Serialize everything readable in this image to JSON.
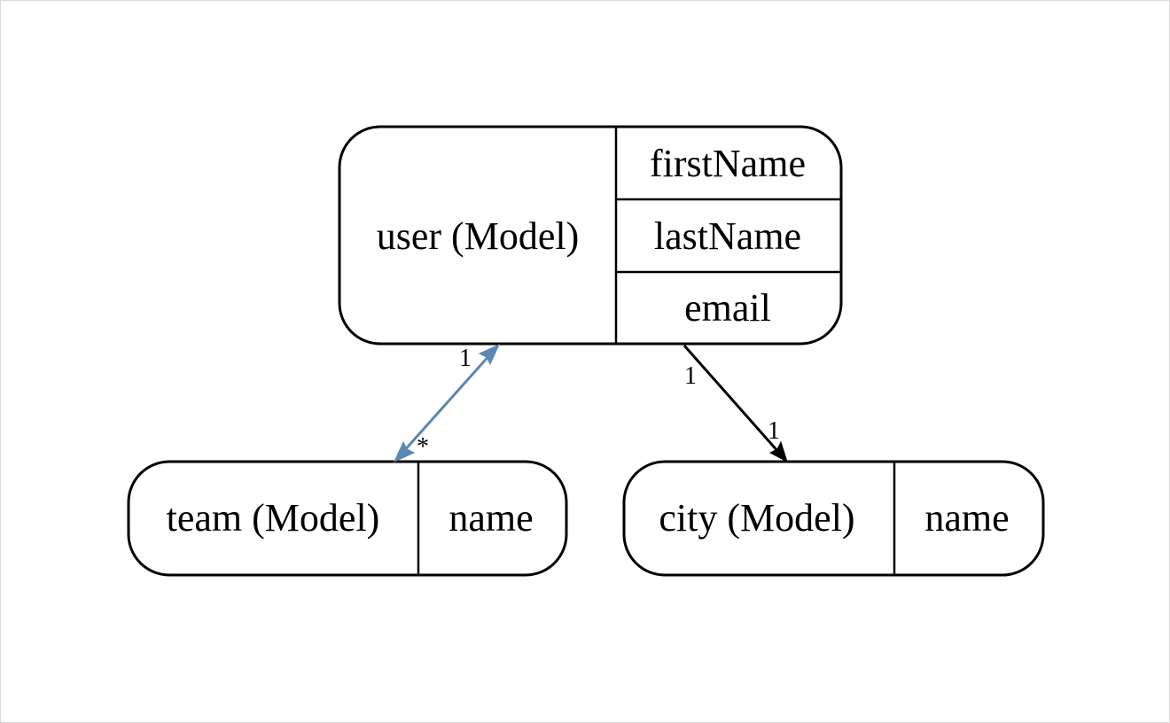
{
  "diagram": {
    "nodes": {
      "user": {
        "title": "user (Model)",
        "fields": [
          "firstName",
          "lastName",
          "email"
        ]
      },
      "team": {
        "title": "team (Model)",
        "fields": [
          "name"
        ]
      },
      "city": {
        "title": "city (Model)",
        "fields": [
          "name"
        ]
      }
    },
    "edges": {
      "user_team": {
        "from": "user",
        "to": "team",
        "color": "#5b87b4",
        "direction": "both",
        "tail_label": "1",
        "head_label": "*"
      },
      "user_city": {
        "from": "user",
        "to": "city",
        "color": "#000000",
        "direction": "forward",
        "tail_label": "1",
        "head_label": "1"
      }
    }
  }
}
